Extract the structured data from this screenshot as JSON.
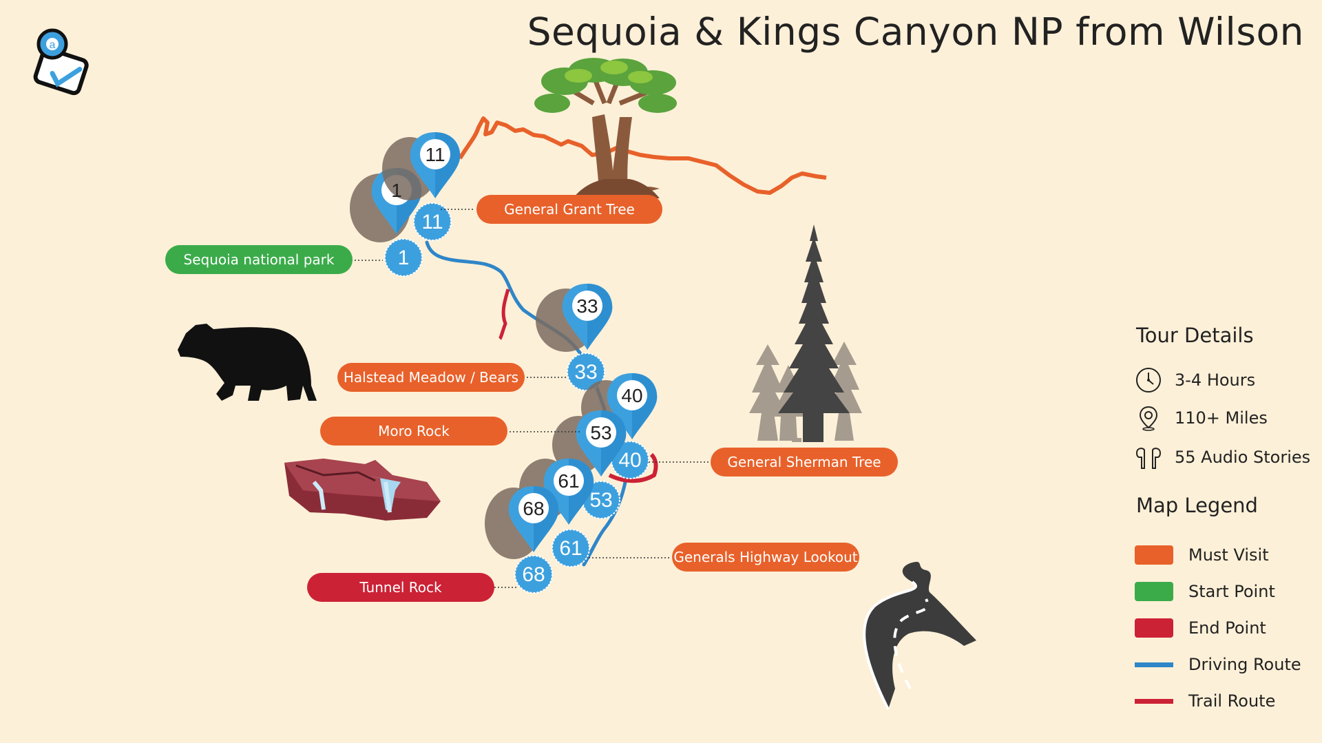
{
  "title": "Sequoia & Kings Canyon NP from  Wilson",
  "logo_icon": "map-pin-check-logo",
  "colors": {
    "background": "#fdf0d8",
    "must_visit": "#e8612a",
    "start_point": "#3bab4a",
    "end_point": "#cc2236",
    "driving_route": "#2e86c8",
    "trail_route": "#cc2236",
    "pin": "#3da0de"
  },
  "pins": [
    {
      "id": "pin-1",
      "number": "1"
    },
    {
      "id": "pin-11",
      "number": "11"
    },
    {
      "id": "pin-33",
      "number": "33"
    },
    {
      "id": "pin-40",
      "number": "40"
    },
    {
      "id": "pin-53",
      "number": "53"
    },
    {
      "id": "pin-61",
      "number": "61"
    },
    {
      "id": "pin-68",
      "number": "68"
    }
  ],
  "labels": {
    "general_grant_tree": "General Grant Tree",
    "sequoia_national_park": "Sequoia national park",
    "halstead_meadow": "Halstead Meadow / Bears",
    "moro_rock": "Moro Rock",
    "general_sherman_tree": "General Sherman Tree",
    "generals_highway_lookout": "Generals Highway Lookout",
    "tunnel_rock": "Tunnel Rock"
  },
  "illustrations": [
    "sequoia-tree-icon",
    "bear-silhouette-icon",
    "pine-forest-icon",
    "rock-waterfall-icon",
    "winding-road-icon"
  ],
  "tour_details": {
    "heading": "Tour Details",
    "items": [
      {
        "icon": "clock-icon",
        "text": "3-4 Hours"
      },
      {
        "icon": "location-pin-icon",
        "text": "110+  Miles"
      },
      {
        "icon": "earbuds-icon",
        "text": "55 Audio Stories"
      }
    ]
  },
  "map_legend": {
    "heading": "Map Legend",
    "items": [
      {
        "label": "Must Visit",
        "color": "#e8612a",
        "kind": "box"
      },
      {
        "label": "Start Point",
        "color": "#3bab4a",
        "kind": "box"
      },
      {
        "label": "End Point",
        "color": "#cc2236",
        "kind": "box"
      },
      {
        "label": "Driving Route",
        "color": "#2e86c8",
        "kind": "line"
      },
      {
        "label": "Trail  Route",
        "color": "#cc2236",
        "kind": "line"
      }
    ]
  }
}
